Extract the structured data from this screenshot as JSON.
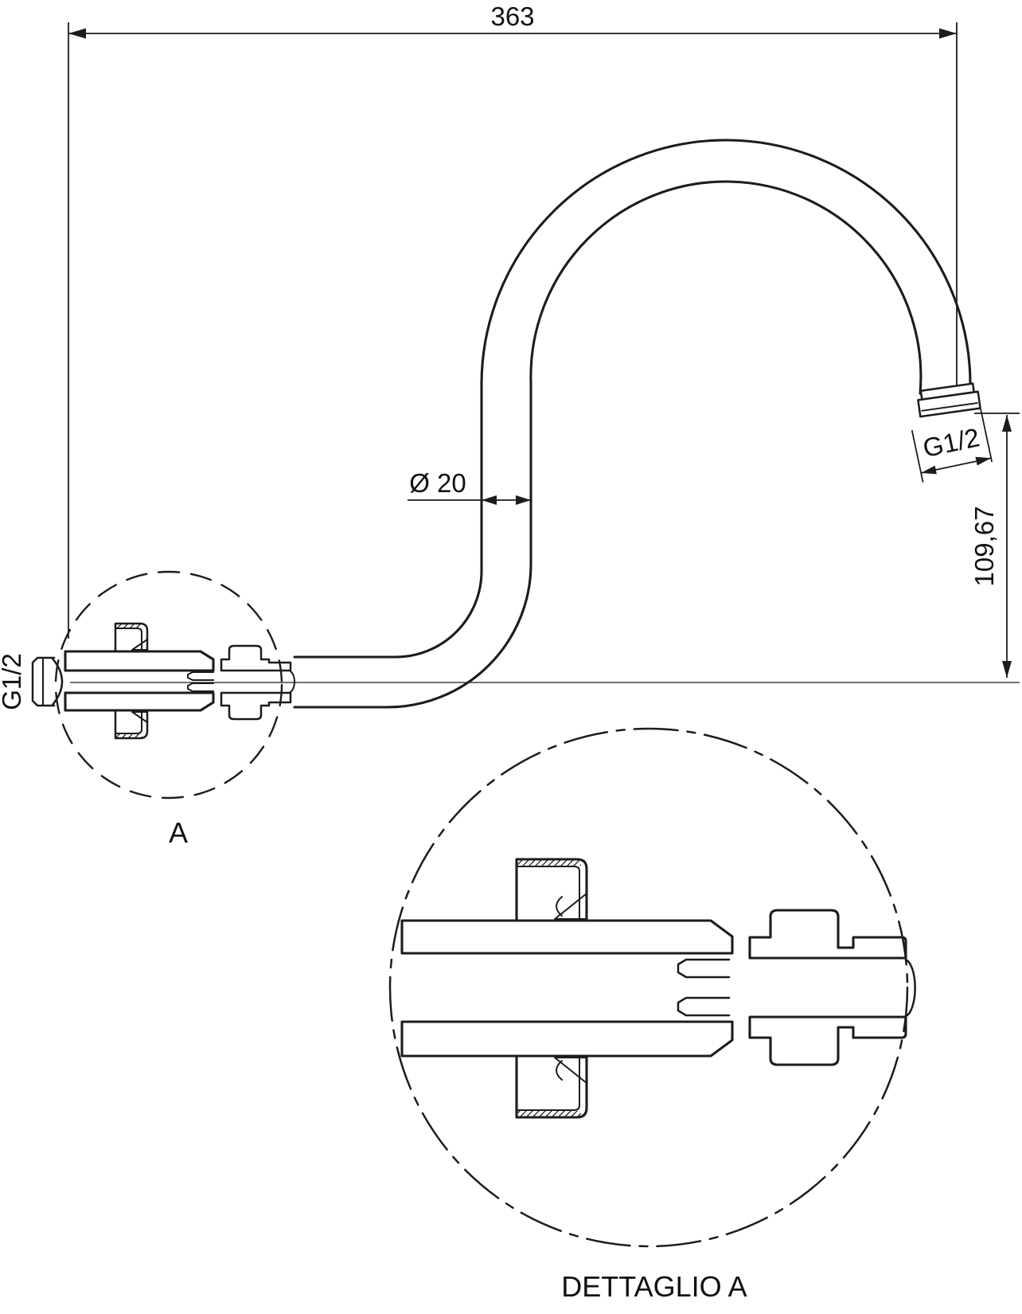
{
  "drawing": {
    "background": "#ffffff",
    "line_color": "#1c1c1c",
    "labels": {
      "overall_width": "363",
      "pipe_diameter": "Ø 20",
      "outlet_thread": "G1/2",
      "outlet_height": "109,67",
      "inlet_thread": "G1/2",
      "detail_marker": "A",
      "detail_title": "DETTAGLIO A"
    }
  }
}
